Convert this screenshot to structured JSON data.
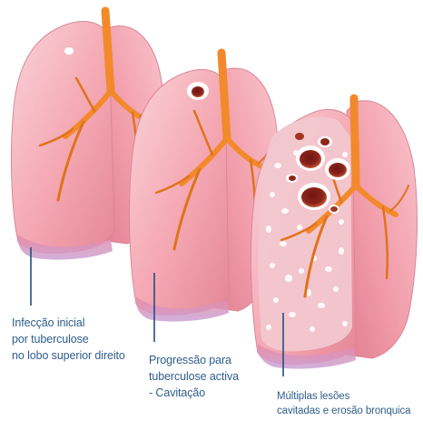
{
  "colors": {
    "lung_base": "#f4a7b2",
    "lung_light": "#fbd3d9",
    "lung_shadow": "#e58797",
    "lung_edge": "#d36e82",
    "lung_base_blue": "#c8a3d2",
    "bronchus": "#f28a2c",
    "bronchus_dark": "#e0731b",
    "cavity_dark": "#6e1513",
    "cavity_mid": "#a23322",
    "pointer_line": "#1f4f82",
    "caption_text": "#2f5e8c"
  },
  "stages": [
    {
      "id": "stage-1",
      "caption_lines": [
        "Infecção inicial",
        "por tuberculose",
        "no lobo superior direito"
      ]
    },
    {
      "id": "stage-2",
      "caption_lines": [
        "Progressão para",
        "tuberculose activa",
        "- Cavitação"
      ]
    },
    {
      "id": "stage-3",
      "caption_lines": [
        "Múltiplas lesões",
        "cavitadas e erosão bronquica"
      ]
    }
  ]
}
